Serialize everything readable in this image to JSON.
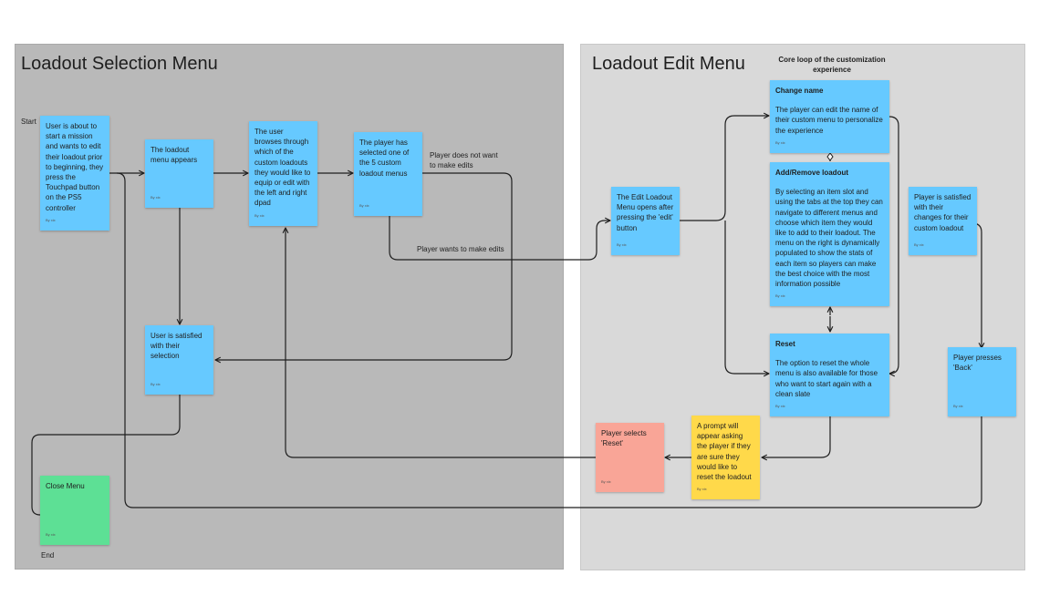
{
  "sections": {
    "left_title": "Loadout Selection Menu",
    "right_title": "Loadout Edit Menu"
  },
  "labels": {
    "start": "Start",
    "end": "End",
    "core_loop": "Core loop of the customization experience",
    "no_edits": "Player does not want to make edits",
    "wants_edits": "Player wants to make edits"
  },
  "notes": {
    "user_about": {
      "text": "User is about to start a mission and wants to edit their loadout prior to beginning, they press the Touchpad button on the PS5 controller",
      "author": "By xix"
    },
    "menu_appears": {
      "text": "The loadout menu appears",
      "author": "By xix"
    },
    "browses": {
      "text": "The user browses through which of the custom loadouts they would like to equip or edit with the left and right dpad",
      "author": "By xix"
    },
    "selected": {
      "text": "The player has selected one of the 5 custom loadout menus",
      "author": "By xix"
    },
    "satisfied_selection": {
      "text": "User is satisfied with their selection",
      "author": "By xix"
    },
    "close_menu": {
      "text": "Close Menu",
      "author": "By xix"
    },
    "edit_opens": {
      "text": "The Edit Loadout Menu opens after pressing the 'edit' button",
      "author": "By xix"
    },
    "change_name": {
      "title": "Change name",
      "text": "The player can edit the name of their custom menu to personalize the experience",
      "author": "By xix"
    },
    "add_remove": {
      "title": "Add/Remove loadout",
      "text": "By selecting an item slot and using the tabs at the top they can navigate to different menus and choose which item they would like to add to their loadout. The menu on the right is dynamically populated to show the stats of each item so players can make the best choice with the most information possible",
      "author": "By xix"
    },
    "reset": {
      "title": "Reset",
      "text": "The option to reset the whole menu is also available for those who want to start again with a clean slate",
      "author": "By xix"
    },
    "satisfied_changes": {
      "text": "Player is satisfied with their changes for their custom loadout",
      "author": "By xix"
    },
    "presses_back": {
      "text": "Player presses 'Back'",
      "author": "By xix"
    },
    "prompt": {
      "text": "A prompt will appear asking the player if they are sure they would like to reset the loadout",
      "author": "By xix"
    },
    "selects_reset": {
      "text": "Player selects 'Reset'",
      "author": "By xix"
    }
  },
  "colors": {
    "note_blue": "#66c9ff",
    "note_green": "#5de095",
    "note_salmon": "#f9a597",
    "note_yellow": "#ffd94a",
    "left_section": "#b9b9b9",
    "right_section": "#d9d9d9"
  }
}
